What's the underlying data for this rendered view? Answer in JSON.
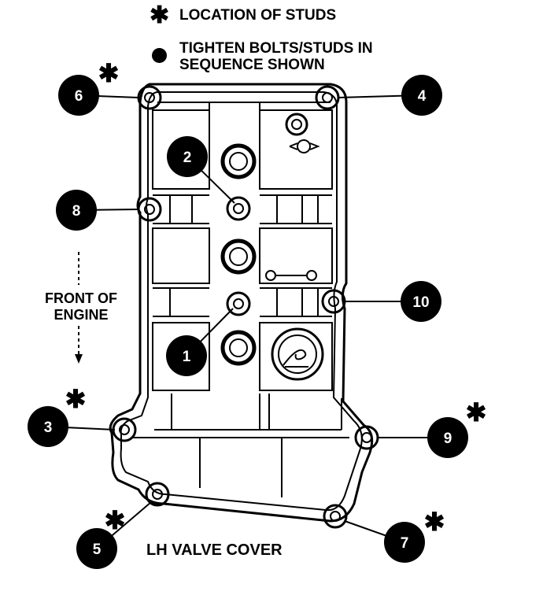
{
  "legend": {
    "stud_symbol": "✱",
    "stud_text": "LOCATION OF STUDS",
    "sequence_line1": "TIGHTEN BOLTS/STUDS IN",
    "sequence_line2": "SEQUENCE SHOWN"
  },
  "front": {
    "line1": "FRONT OF",
    "line2": "ENGINE"
  },
  "caption": "LH VALVE COVER",
  "sequence": [
    {
      "num": "1",
      "stud": false
    },
    {
      "num": "2",
      "stud": false
    },
    {
      "num": "3",
      "stud": true
    },
    {
      "num": "4",
      "stud": false
    },
    {
      "num": "5",
      "stud": true
    },
    {
      "num": "6",
      "stud": true
    },
    {
      "num": "7",
      "stud": true
    },
    {
      "num": "8",
      "stud": false
    },
    {
      "num": "9",
      "stud": true
    },
    {
      "num": "10",
      "stud": false
    }
  ],
  "stud_marker": "✱"
}
